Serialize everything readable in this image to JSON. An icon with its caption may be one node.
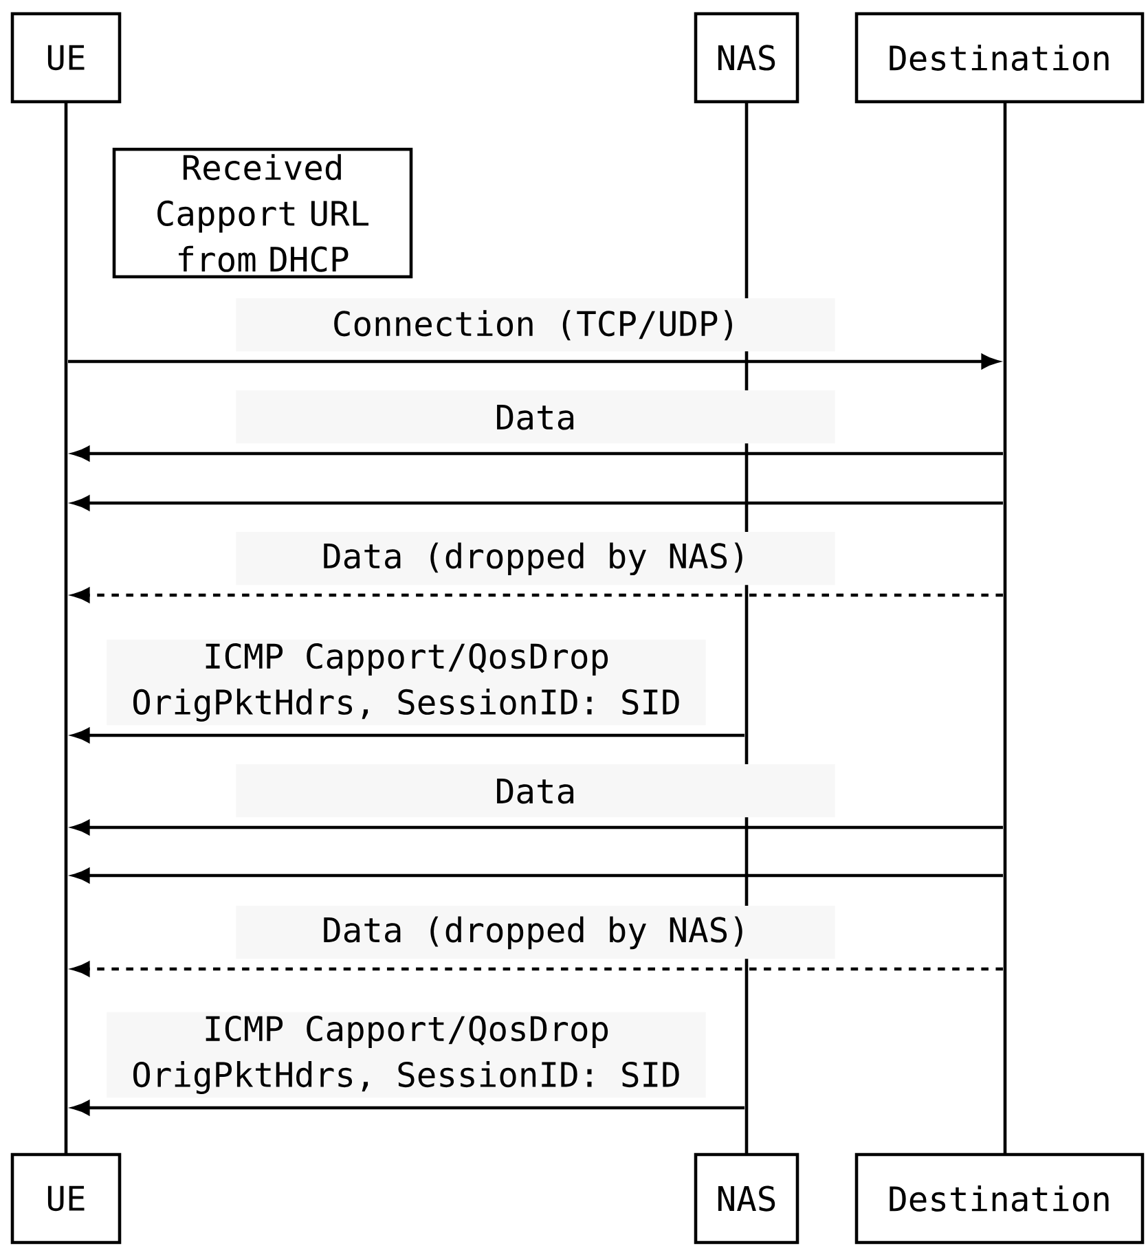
{
  "diagram": {
    "nodes": [
      {
        "text": [
          "UE"
        ]
      },
      {
        "text": [
          "NAS"
        ]
      },
      {
        "text": [
          "Destination"
        ]
      },
      {
        "text": [
          "UE"
        ]
      },
      {
        "text": [
          "NAS"
        ]
      },
      {
        "text": [
          "Destination"
        ]
      },
      {
        "text": [
          "Received Capport URL from DHCP"
        ]
      },
      {
        "text": [],
        "shape": "bar"
      },
      {
        "text": [],
        "shape": "bar"
      },
      {
        "text": [],
        "shape": "bar"
      }
    ],
    "edges": [
      {
        "from": 7,
        "to": 9,
        "arrow": "to",
        "label": "Connection (TCP/UDP)"
      },
      {
        "from": 9,
        "to": 7,
        "arrow": "to",
        "label": "Data"
      },
      {
        "from": 9,
        "to": 7,
        "arrow": "to"
      },
      {
        "from": 9,
        "to": 7,
        "arrow": "to",
        "label": "Data (dropped by NAS)",
        "style": "dashed"
      },
      {
        "from": 8,
        "to": 7,
        "arrow": "to",
        "label": "ICMP Capport/QosDrop OrigPktHdrs, SessionID: SID"
      },
      {
        "from": 9,
        "to": 7,
        "arrow": "to",
        "label": "Data"
      },
      {
        "from": 9,
        "to": 7,
        "arrow": "to"
      },
      {
        "from": 9,
        "to": 7,
        "arrow": "to",
        "label": "Data (dropped by NAS)",
        "style": "dashed"
      },
      {
        "from": 8,
        "to": 7,
        "arrow": "to",
        "label": "ICMP Capport/QosDrop OrigPktHdrs, SessionID: SID"
      }
    ]
  }
}
